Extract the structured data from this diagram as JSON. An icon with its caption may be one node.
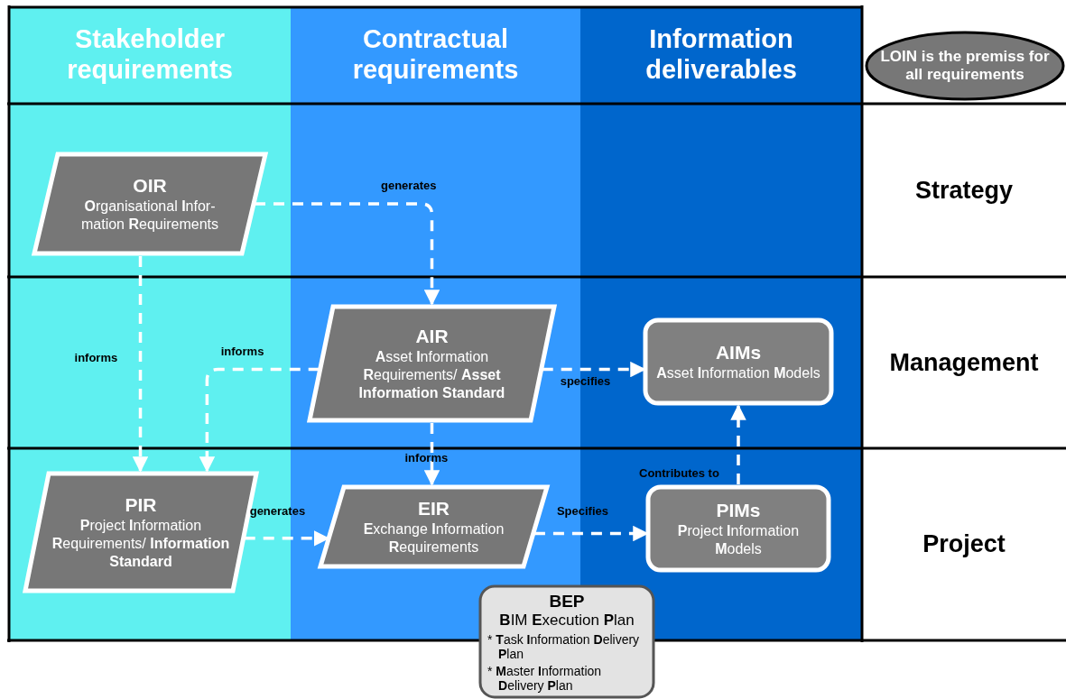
{
  "diagram": {
    "nodes": [
      {
        "text": [
          "Stakeholder requirements"
        ]
      },
      {
        "text": [
          "Contractual requirements"
        ]
      },
      {
        "text": [
          "Information deliverables"
        ]
      },
      {
        "text": [
          "LOIN is the premiss for all requirements"
        ]
      },
      {
        "text": [
          "Strategy"
        ]
      },
      {
        "text": [
          "Management"
        ]
      },
      {
        "text": [
          "Project"
        ]
      },
      {
        "text": [
          "OIR",
          "**O**rganisational **I**nfor-mation **R**equirements"
        ],
        "in": 0
      },
      {
        "text": [
          "AIR",
          "**A**sset **I**nformation **R**equirements/ **Asset Information Standard**"
        ],
        "in": 1
      },
      {
        "text": [
          "AIMs",
          "**A**sset **I**nformation **M**odels"
        ],
        "in": 2
      },
      {
        "text": [
          "PIR",
          "**P**roject **I**nformation **R**equirements/ **Information Standard**"
        ],
        "in": 0
      },
      {
        "text": [
          "EIR",
          "**E**xchange **I**nformation **R**equirements"
        ],
        "in": 1
      },
      {
        "text": [
          "PIMs",
          "**P**roject **I**nformation **M**odels"
        ],
        "in": 2
      },
      {
        "text": [
          "BEP",
          "**B**IM **E**xecution **P**lan",
          "* **T**ask **I**nformation **D**elivery **P**lan",
          "* **M**aster **I**nformation **D**elivery **P**lan"
        ]
      }
    ],
    "edges": [
      {
        "from": 7,
        "to": 8,
        "arrow": "to",
        "label": "generates",
        "style": "dashed"
      },
      {
        "from": 7,
        "to": 10,
        "arrow": "to",
        "label": "informs",
        "style": "dashed"
      },
      {
        "from": 8,
        "to": 10,
        "arrow": "to",
        "label": "informs",
        "style": "dashed"
      },
      {
        "from": 8,
        "to": 9,
        "arrow": "to",
        "label": "specifies",
        "style": "dashed"
      },
      {
        "from": 8,
        "to": 11,
        "arrow": "to",
        "label": "informs",
        "style": "dashed"
      },
      {
        "from": 10,
        "to": 11,
        "arrow": "to",
        "label": "generates",
        "style": "dashed"
      },
      {
        "from": 11,
        "to": 12,
        "arrow": "to",
        "label": "Specifies",
        "style": "dashed"
      },
      {
        "from": 12,
        "to": 9,
        "arrow": "to",
        "label": "Contributes to",
        "style": "dashed"
      }
    ]
  }
}
